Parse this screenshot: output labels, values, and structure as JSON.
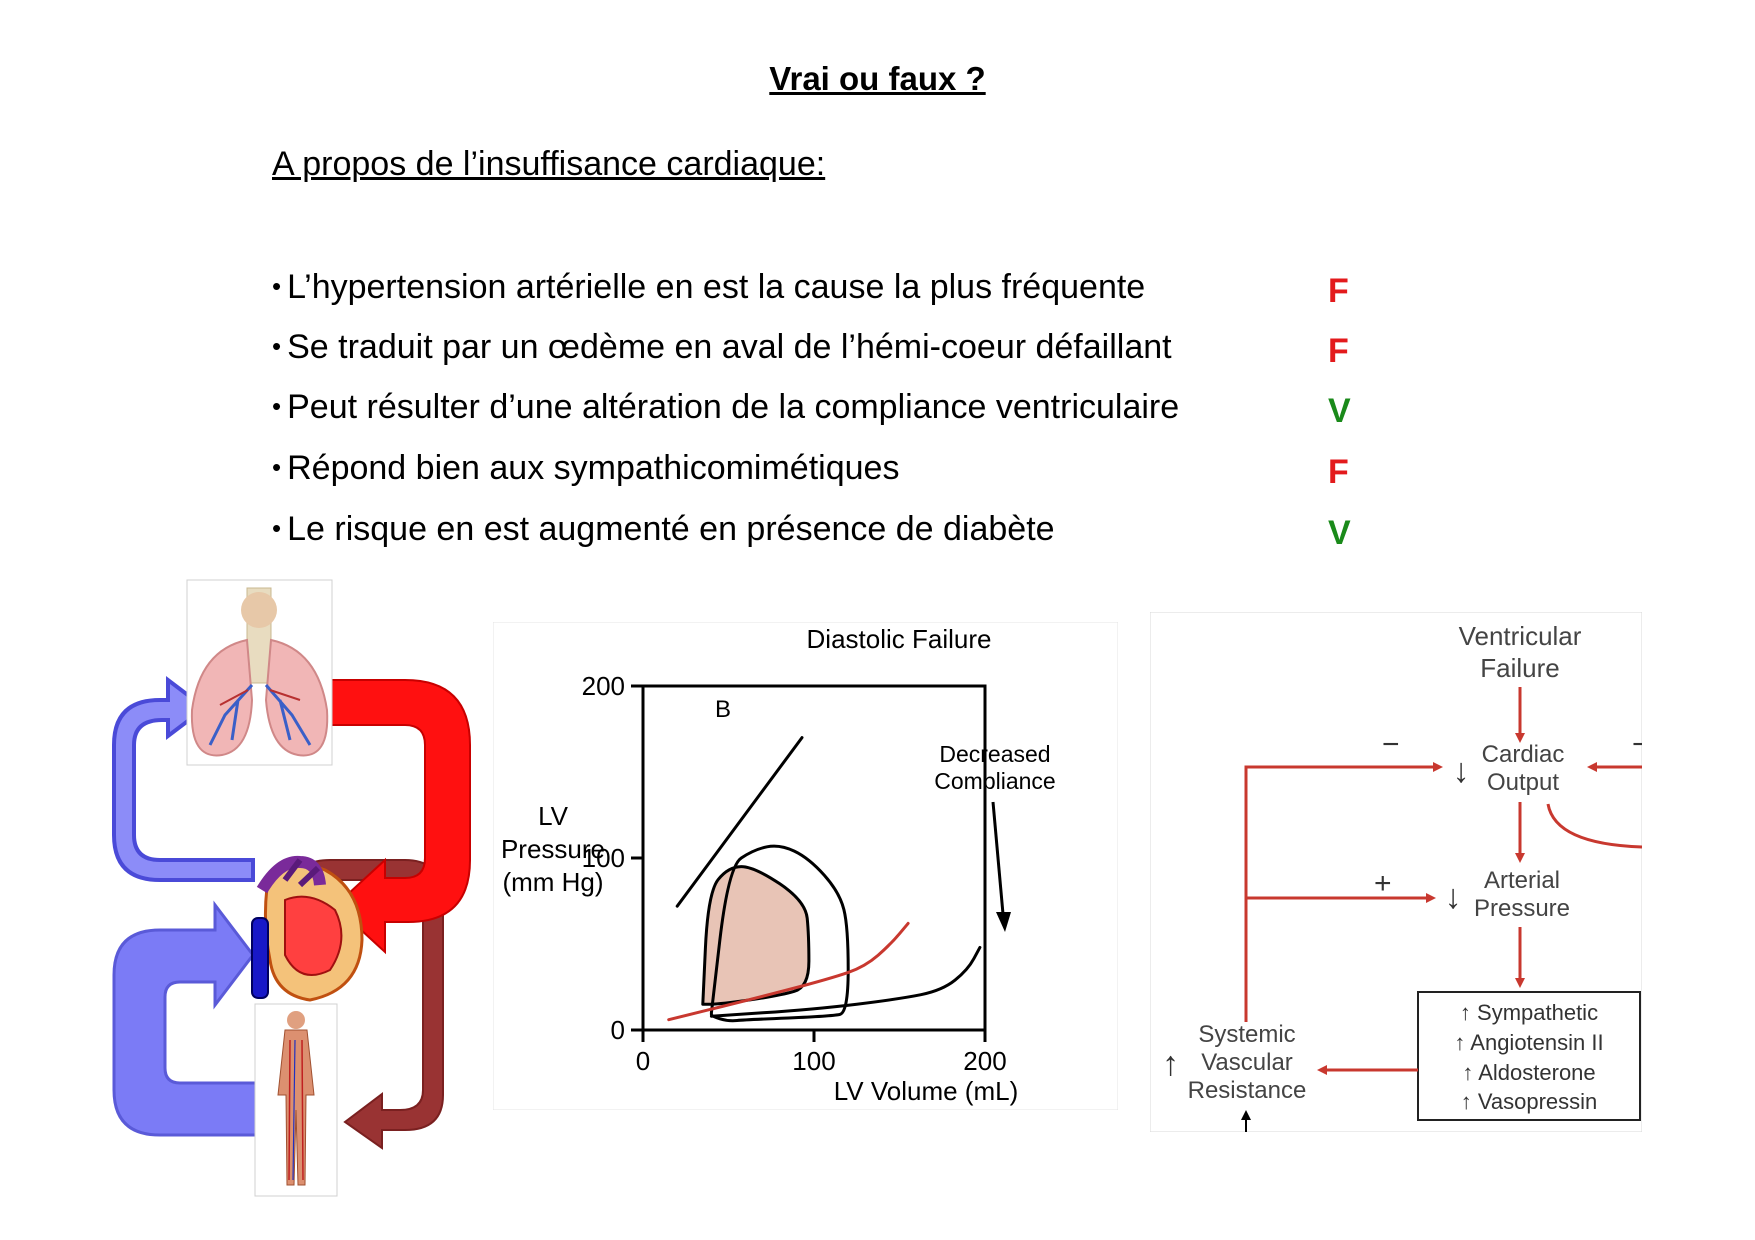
{
  "header": {
    "title": "Vrai ou faux ?",
    "subtitle": "A propos de l’insuffisance cardiaque:"
  },
  "statements": [
    {
      "text": "L’hypertension artérielle en est la cause la plus fréquente",
      "answer": "F"
    },
    {
      "text": "Se traduit par un œdème en aval de l’hémi-coeur défaillant",
      "answer": "F"
    },
    {
      "text": "Peut résulter d’une altération de la compliance ventriculaire",
      "answer": "V"
    },
    {
      "text": "Répond bien aux sympathicomimétiques",
      "answer": "F"
    },
    {
      "text": "Le risque en est augmenté en présence de diabète",
      "answer": "V"
    }
  ],
  "colors": {
    "false_answer": "#e31a1c",
    "true_answer": "#1a8a1a",
    "flow_red": "#c8382f"
  },
  "chart_data": {
    "type": "line",
    "title": "Diastolic Failure",
    "panel_label": "B",
    "xlabel": "LV Volume (mL)",
    "ylabel": [
      "LV",
      "Pressure",
      "(mm Hg)"
    ],
    "xlim": [
      0,
      200
    ],
    "ylim": [
      0,
      200
    ],
    "x_ticks": [
      "0",
      "100",
      "200"
    ],
    "y_ticks": [
      "0",
      "100",
      "200"
    ],
    "annotation": [
      "Decreased",
      "Compliance"
    ],
    "series": [
      {
        "kind": "end-systolic line",
        "x": [
          20,
          93
        ],
        "y": [
          72,
          170
        ]
      },
      {
        "kind": "normal loop",
        "x": [
          40,
          50,
          65,
          80,
          97,
          115,
          120,
          120,
          110,
          60,
          50,
          40,
          40
        ],
        "y": [
          10,
          95,
          105,
          108,
          100,
          80,
          60,
          10,
          8,
          6,
          5,
          8,
          10
        ]
      },
      {
        "kind": "failure loop (shaded)",
        "x": [
          35,
          38,
          50,
          65,
          95,
          97,
          97,
          80,
          45,
          35
        ],
        "y": [
          15,
          80,
          95,
          95,
          75,
          55,
          25,
          20,
          15,
          15
        ]
      },
      {
        "kind": "decreased compliance EDPVR",
        "x": [
          15,
          60,
          110,
          130,
          145,
          155
        ],
        "y": [
          6,
          17,
          30,
          37,
          50,
          62
        ]
      },
      {
        "kind": "normal EDPVR",
        "x": [
          40,
          100,
          150,
          175,
          190,
          197
        ],
        "y": [
          8,
          12,
          18,
          23,
          35,
          48
        ]
      }
    ]
  },
  "flow": {
    "top": [
      "Ventricular",
      "Failure"
    ],
    "cardiac_output": [
      "↓",
      "Cardiac",
      "Output"
    ],
    "arterial_pressure": [
      "↓",
      "Arterial",
      "Pressure"
    ],
    "svr": [
      "↑",
      "Systemic",
      "Vascular",
      "Resistance"
    ],
    "box": [
      "↑ Sympathetic",
      "↑ Angiotensin II",
      "↑ Aldosterone",
      "↑ Vasopressin"
    ],
    "minus": "−",
    "minus_right": "−",
    "plus": "+"
  }
}
